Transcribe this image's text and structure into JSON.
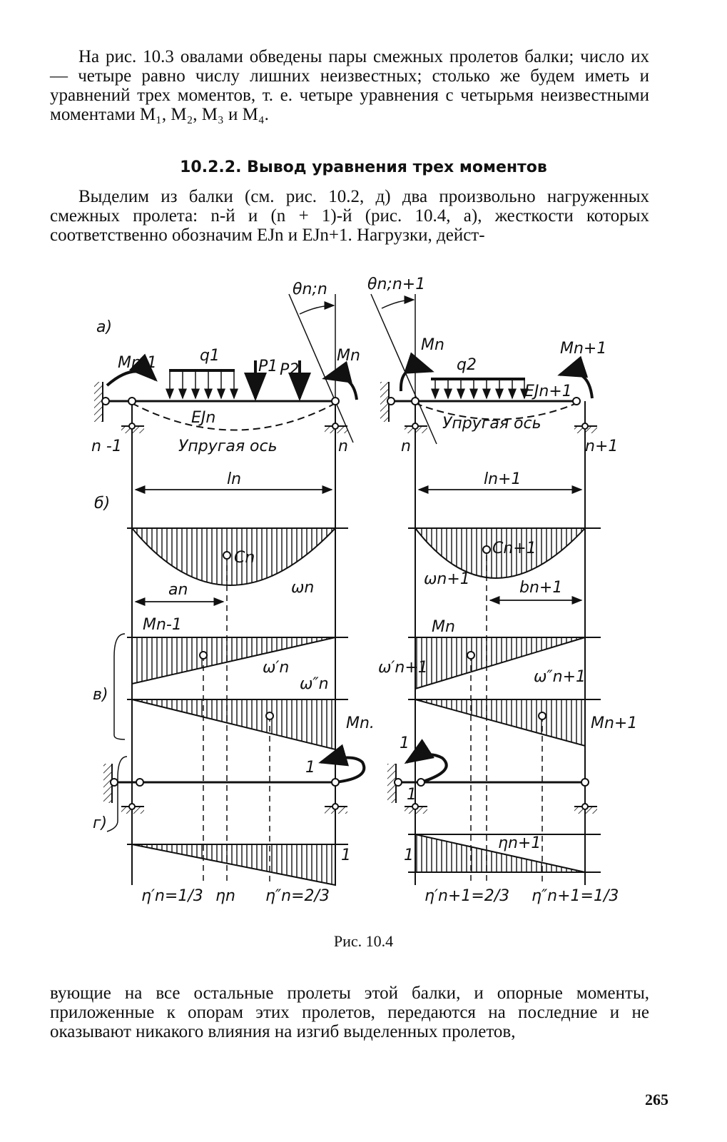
{
  "paragraph_1": "На рис. 10.3 овалами обведены пары смежных пролетов балки; число их — четыре равно числу лишних неизвестных; столько же будем иметь и уравнений трех моментов, т. е. четыре уравнения с четырьмя неизвестными моментами M₁, M₂, M₃ и M₄.",
  "section_heading": "10.2.2. Вывод уравнения трех моментов",
  "paragraph_2": "Выделим из балки (см. рис. 10.2, д) два произвольно нагруженных смежных пролета: n-й и (n + 1)-й (рис. 10.4, а), жесткости которых соответственно обозначим EJn и EJn+1. Нагрузки, дейст-",
  "figure_labels": {
    "a": "а)",
    "b": "б)",
    "v": "в)",
    "g": "г)",
    "theta_n_n": "θn;n",
    "theta_n_n1": "θn;n+1",
    "M_n_minus_1": "Mn-1",
    "M_n": "Mn",
    "M_n_plus_1": "Mn+1",
    "M_n_dot": "Mn.",
    "q1": "q1",
    "q2": "q2",
    "P1": "P1",
    "P2": "P2",
    "EJn": "EJn",
    "EJn1": "EJn+1",
    "elastic_axis": "Упругая ось",
    "support_n_minus_1": "n -1",
    "support_n": "n",
    "support_n_plus_1": "n+1",
    "l_n": "ln",
    "l_n1": "ln+1",
    "C_n": "Cn",
    "C_n1": "Cn+1",
    "omega_n": "ωn",
    "omega_n1": "ωn+1",
    "a_n": "an",
    "b_n1": "bn+1",
    "omega_p_n": "ω′n",
    "omega_pp_n": "ω″n",
    "omega_p_n1": "ω′n+1",
    "omega_pp_n1": "ω″n+1",
    "unit_moment": "1",
    "eta_p_n": "η′n=1/3",
    "eta_n": "ηn",
    "eta_pp_n": "η″n=2/3",
    "eta_n1": "ηn+1",
    "eta_p_n1": "η′n+1=2/3",
    "eta_pp_n1": "η″n+1=1/3"
  },
  "figure_caption": "Рис. 10.4",
  "paragraph_3": "вующие на все остальные пролеты этой балки, и опорные моменты, приложенные к опорам этих пролетов, передаются на последние и не оказывают никакого влияния на изгиб выделенных пролетов,",
  "page_number": "265"
}
